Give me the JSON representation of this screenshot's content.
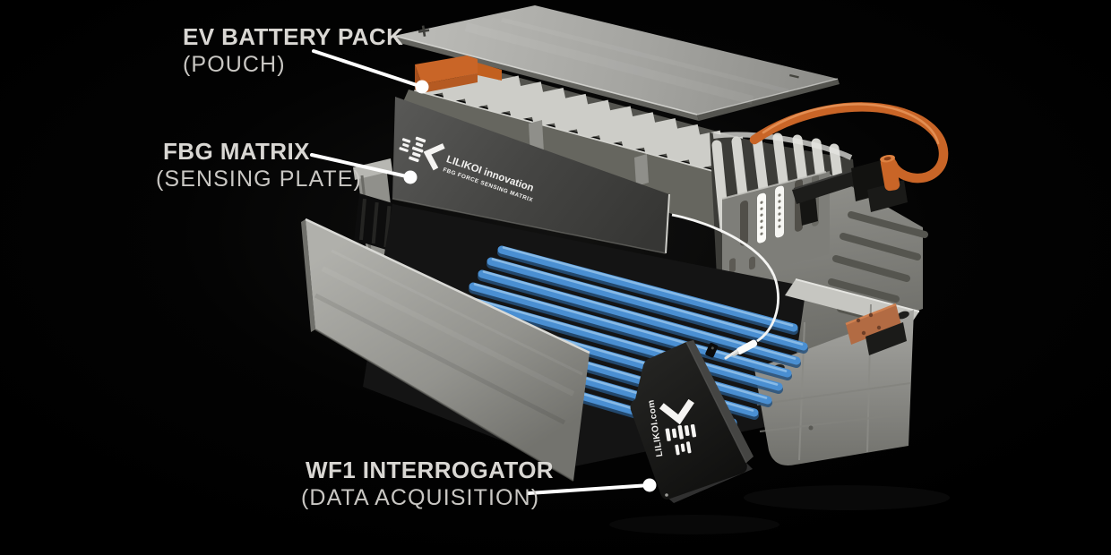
{
  "callouts": [
    {
      "id": "ev-battery-pack",
      "title": "EV BATTERY PACK",
      "subtitle": "(POUCH)"
    },
    {
      "id": "fbg-matrix",
      "title": "FBG MATRIX",
      "subtitle": "(SENSING PLATE)"
    },
    {
      "id": "wf1-interrogator",
      "title": "WF1 INTERROGATOR",
      "subtitle": "(DATA ACQUISITION)"
    }
  ],
  "sensing_plate": {
    "brand": "LILIKOI innovation",
    "tagline": "FBG FORCE SENSING MATRIX"
  },
  "interrogator": {
    "brand": "LILIKOI.com"
  },
  "lid_markings": {
    "positive": "+",
    "negative": "−"
  },
  "colors": {
    "background": "#000000",
    "label_title": "#d9d7d3",
    "label_subtitle": "#c9c7c3",
    "leader_line": "#ffffff",
    "cable_orange": "#c96527",
    "tube_blue": "#4a8fd2",
    "lid_grey": "#a9a9a5",
    "plate_grey": "#454543",
    "interrogator_black": "#161614",
    "copper": "#b26b43"
  }
}
